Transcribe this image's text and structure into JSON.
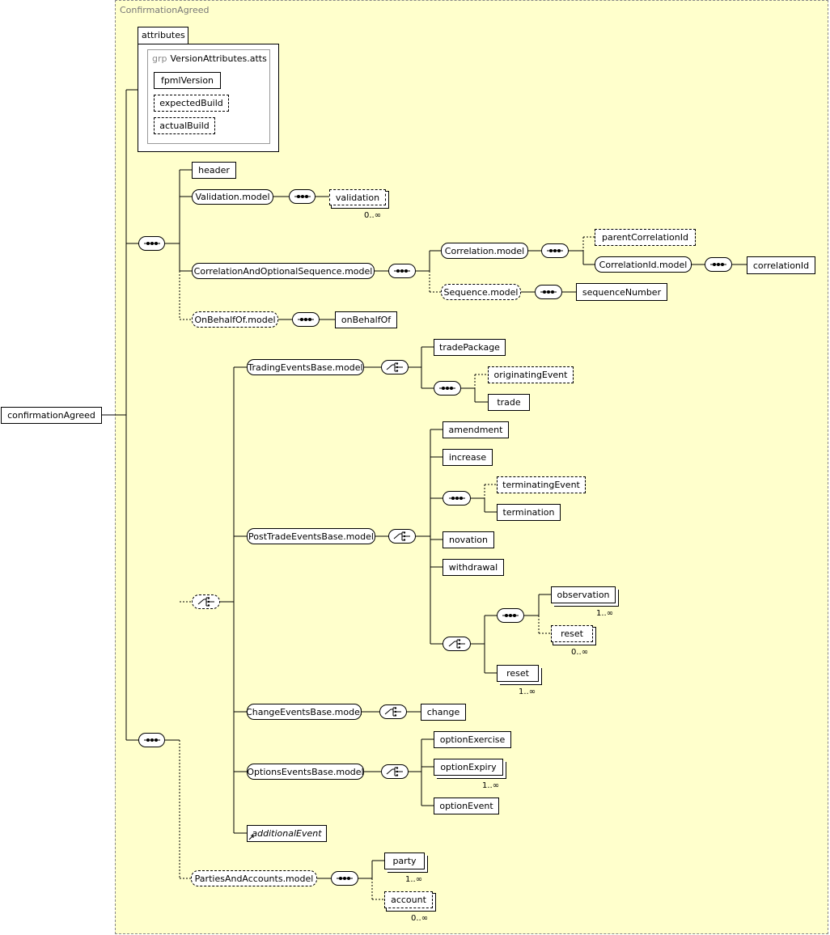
{
  "complex_type_label": "ConfirmationAgreed",
  "root_element": "confirmationAgreed",
  "attributes": {
    "label": "attributes",
    "group_keyword": "grp",
    "group_name": "VersionAttributes.atts",
    "items": [
      "fpmlVersion",
      "expectedBuild",
      "actualBuild"
    ]
  },
  "elements": {
    "header": "header",
    "validation_model": "Validation.model",
    "validation": "validation",
    "correlation_and_optional_sequence_model": "CorrelationAndOptionalSequence.model",
    "correlation_model": "Correlation.model",
    "parent_correlation_id": "parentCorrelationId",
    "correlation_id_model": "CorrelationId.model",
    "correlation_id": "correlationId",
    "sequence_model": "Sequence.model",
    "sequence_number": "sequenceNumber",
    "on_behalf_of_model": "OnBehalfOf.model",
    "on_behalf_of": "onBehalfOf",
    "trading_events_base_model": "TradingEventsBase.model",
    "trade_package": "tradePackage",
    "originating_event": "originatingEvent",
    "trade": "trade",
    "post_trade_events_base_model": "PostTradeEventsBase.model",
    "amendment": "amendment",
    "increase": "increase",
    "terminating_event": "terminatingEvent",
    "termination": "termination",
    "novation": "novation",
    "withdrawal": "withdrawal",
    "observation": "observation",
    "reset_in_sequence": "reset",
    "reset_standalone": "reset",
    "change_events_base_model": "ChangeEventsBase.model",
    "change": "change",
    "options_events_base_model": "OptionsEventsBase.model",
    "option_exercise": "optionExercise",
    "option_expiry": "optionExpiry",
    "option_event": "optionEvent",
    "additional_event": "additionalEvent",
    "parties_and_accounts_model": "PartiesAndAccounts.model",
    "party": "party",
    "account": "account"
  },
  "cardinalities": {
    "validation": "0..∞",
    "observation": "1..∞",
    "reset_in_sequence": "0..∞",
    "reset_standalone": "1..∞",
    "option_expiry": "1..∞",
    "party": "1..∞",
    "account": "0..∞"
  }
}
